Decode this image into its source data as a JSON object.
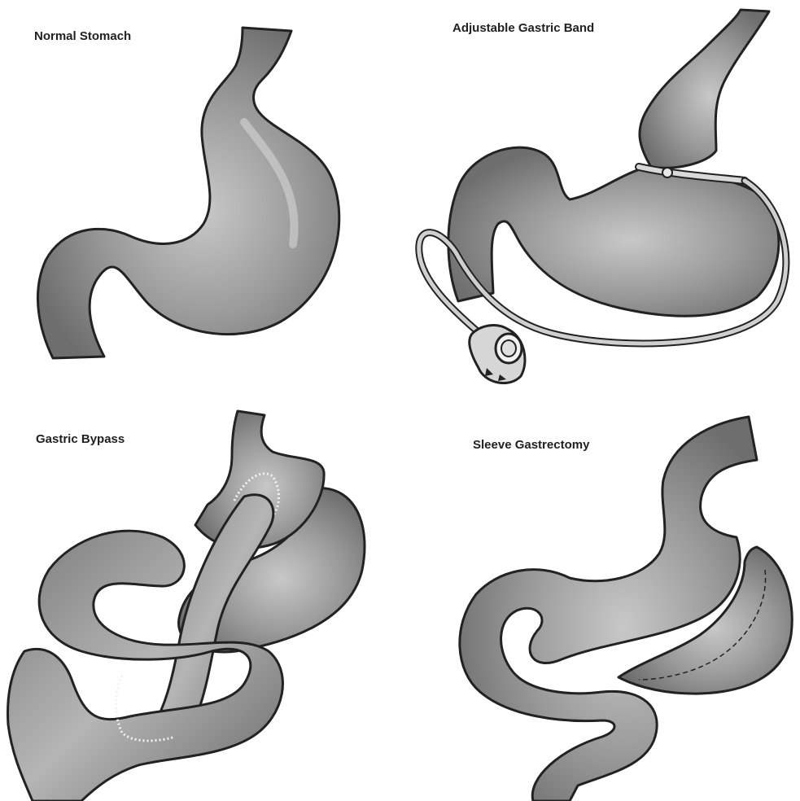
{
  "figure": {
    "panels": [
      {
        "id": "normal",
        "title": "Normal Stomach"
      },
      {
        "id": "band",
        "title": "Adjustable Gastric Band"
      },
      {
        "id": "bypass",
        "title": "Gastric Bypass"
      },
      {
        "id": "sleeve",
        "title": "Sleeve Gastrectomy"
      }
    ]
  },
  "colors": {
    "organ_fill": "#8a8a8a",
    "organ_highlight": "#bdbdbd",
    "outline": "#222222",
    "band_device": "#cfcfcf",
    "background": "#ffffff"
  }
}
